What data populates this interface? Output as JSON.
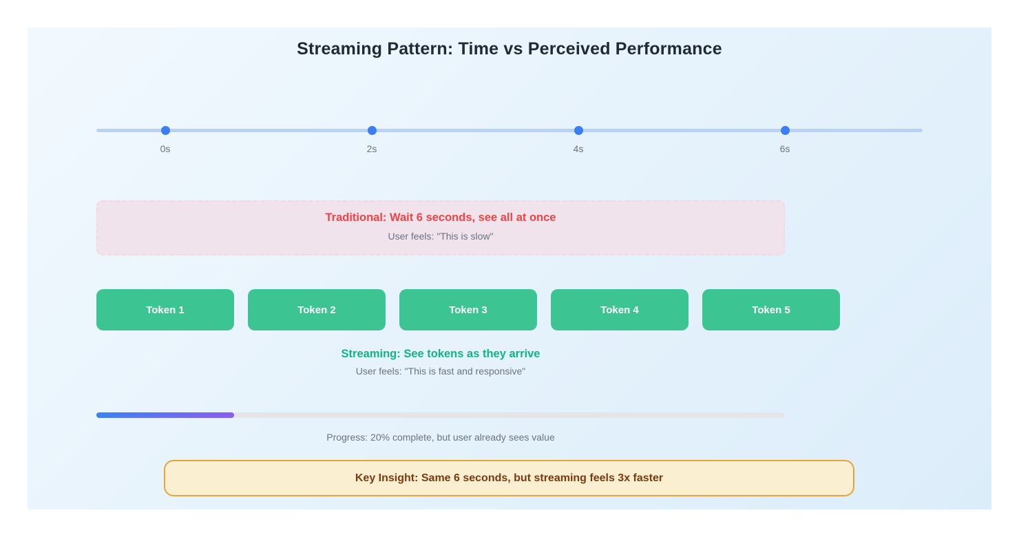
{
  "title": "Streaming Pattern: Time vs Perceived Performance",
  "timeline": {
    "ticks": [
      {
        "label": "0s"
      },
      {
        "label": "2s"
      },
      {
        "label": "4s"
      },
      {
        "label": "6s"
      }
    ]
  },
  "traditional": {
    "heading": "Traditional: Wait 6 seconds, see all at once",
    "subtext": "User feels: \"This is slow\""
  },
  "tokens": [
    {
      "label": "Token 1"
    },
    {
      "label": "Token 2"
    },
    {
      "label": "Token 3"
    },
    {
      "label": "Token 4"
    },
    {
      "label": "Token 5"
    }
  ],
  "streaming": {
    "heading": "Streaming: See tokens as they arrive",
    "subtext": "User feels: \"This is fast and responsive\""
  },
  "progress": {
    "percent": 20,
    "caption": "Progress: 20% complete, but user already sees value"
  },
  "insight": {
    "text": "Key Insight: Same 6 seconds, but streaming feels 3x faster"
  },
  "colors": {
    "timeline_line": "#b9d2f7",
    "timeline_dot": "#3b7ef2",
    "traditional_heading": "#ef4444",
    "token_bg": "#3cc493",
    "streaming_heading": "#10b583",
    "progress_gradient_start": "#3b82f6",
    "progress_gradient_end": "#8b5cf6",
    "insight_border": "#e9a23c",
    "insight_text": "#7d3a11"
  }
}
